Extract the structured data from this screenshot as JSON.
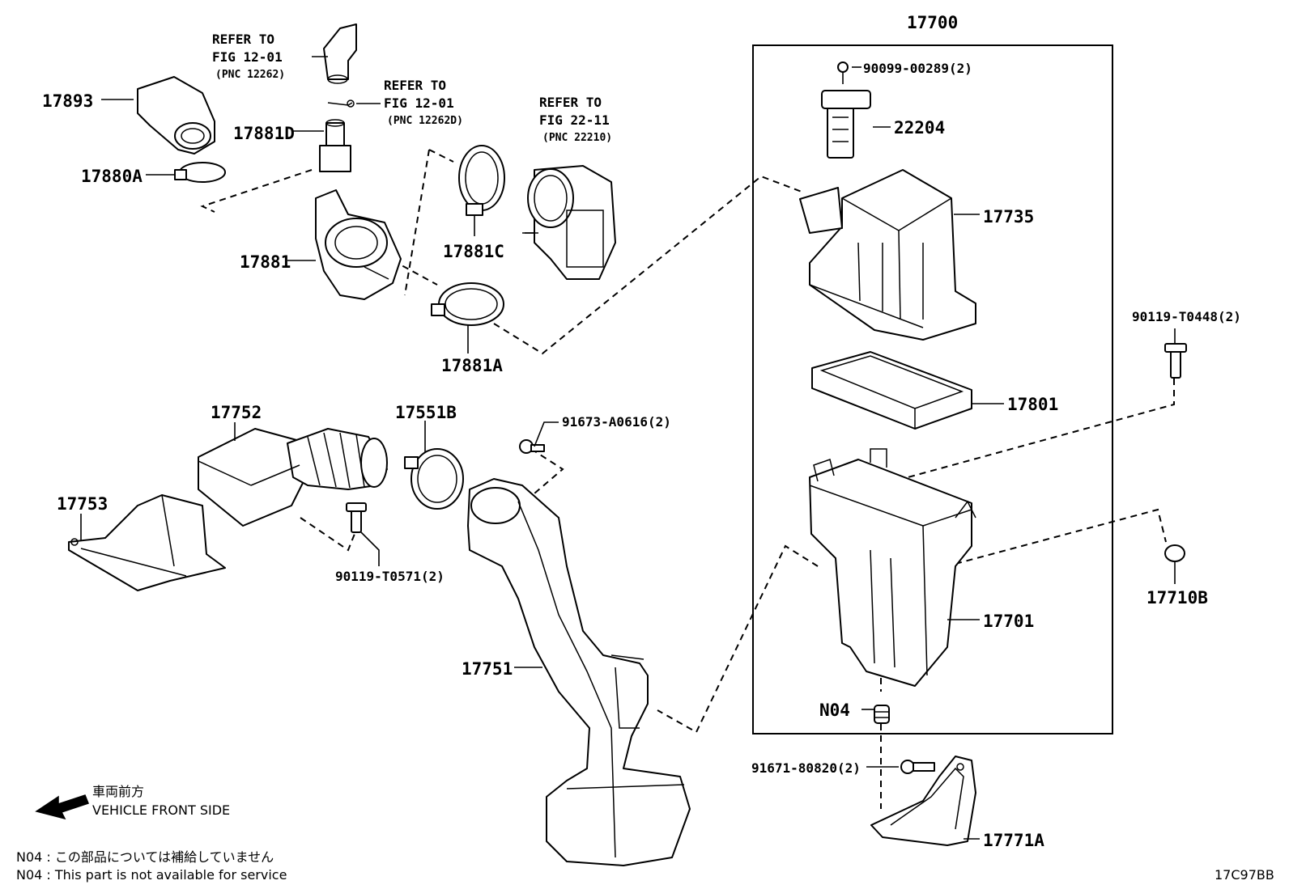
{
  "parts": {
    "p17700": "17700",
    "p90099": "90099-00289(2)",
    "p22204": "22204",
    "p17735": "17735",
    "p17801": "17801",
    "p17701": "17701",
    "pN04": "N04",
    "p91671": "91671-80820(2)",
    "p17771A": "17771A",
    "p90119_T0448": "90119-T0448(2)",
    "p17710B": "17710B",
    "p17893": "17893",
    "p17880A": "17880A",
    "p17881D": "17881D",
    "p17881": "17881",
    "p17881C": "17881C",
    "p17881A": "17881A",
    "p17752": "17752",
    "p17753": "17753",
    "p17551B": "17551B",
    "p90119_T0571": "90119-T0571(2)",
    "p91673": "91673-A0616(2)",
    "p17751": "17751"
  },
  "references": {
    "ref1": {
      "l1": "REFER TO",
      "l2": "FIG 12-01",
      "l3": "(PNC 12262)"
    },
    "ref2": {
      "l1": "REFER TO",
      "l2": "FIG 12-01",
      "l3": "(PNC 12262D)"
    },
    "ref3": {
      "l1": "REFER TO",
      "l2": "FIG 22-11",
      "l3": "(PNC 22210)"
    }
  },
  "direction": {
    "jp": "車両前方",
    "en": "VEHICLE FRONT SIDE"
  },
  "notes": {
    "n1": "N04 : この部品については補給していません",
    "n2": "N04 : This part is not available for service"
  },
  "figure_code": "17C97BB",
  "colors": {
    "ink": "#000000",
    "paper": "#ffffff"
  }
}
